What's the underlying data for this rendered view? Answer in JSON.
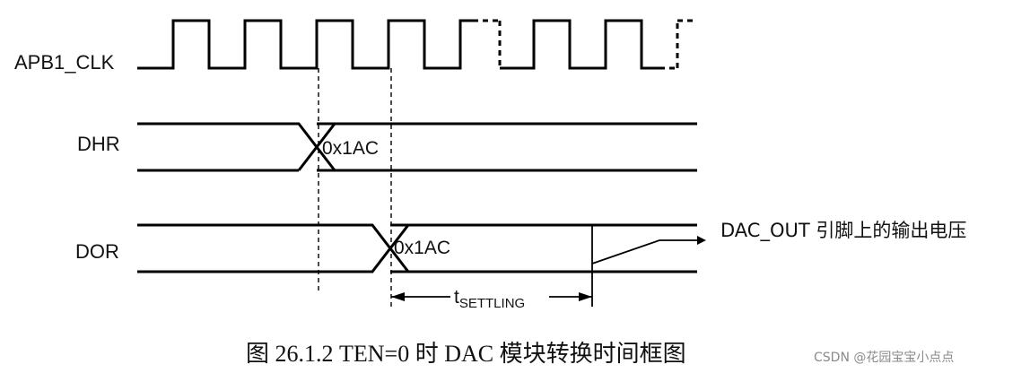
{
  "signals": {
    "clk_label": "APB1_CLK",
    "dhr_label": "DHR",
    "dor_label": "DOR"
  },
  "values": {
    "dhr_value": "0x1AC",
    "dor_value": "0x1AC"
  },
  "timing": {
    "t_main": "t",
    "t_sub": "SETTLING"
  },
  "output": {
    "label": "DAC_OUT 引脚上的输出电压"
  },
  "caption": {
    "text": "图 26.1.2 TEN=0 时 DAC 模块转换时间框图"
  },
  "watermark": {
    "text": "CSDN @花园宝宝小点点"
  }
}
